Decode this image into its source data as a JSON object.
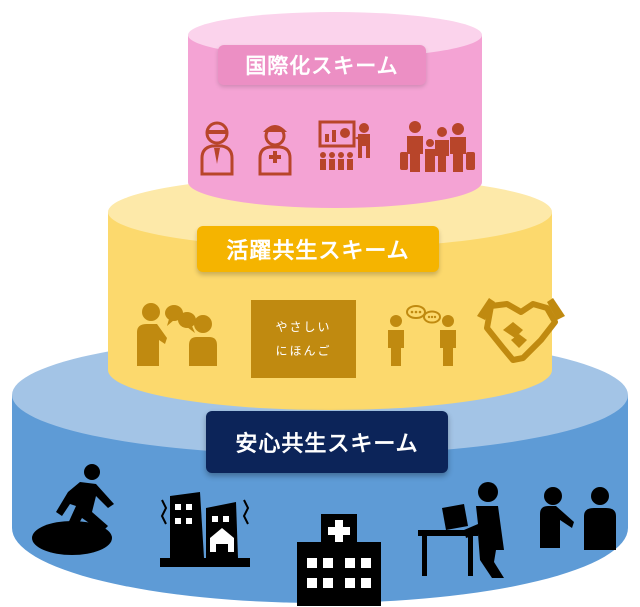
{
  "tiers": {
    "top": {
      "label": "国際化スキーム",
      "color_side": "#f4a3d4",
      "color_top": "#fbd3ec",
      "icon_color": "#b8452a",
      "icons": [
        "businessman-icon",
        "medical-worker-icon",
        "presentation-teacher-icon",
        "family-travelers-icon"
      ]
    },
    "middle": {
      "label": "活躍共生スキーム",
      "color_side": "#fcd96d",
      "color_top": "#fde9a9",
      "icon_color": "#c08a10",
      "icons": [
        "conversation-people-icon",
        "chatting-pair-icon",
        "handshake-icon"
      ],
      "nihongo_line1": "やさしい",
      "nihongo_line2": "にほんご"
    },
    "bottom": {
      "label": "安心共生スキーム",
      "color_side": "#5e9bd6",
      "color_top": "#a3c4e6",
      "icon_color": "#000000",
      "icons": [
        "manhole-escape-icon",
        "collapsing-buildings-icon",
        "hospital-icon",
        "student-desk-icon",
        "consultation-icon"
      ]
    }
  }
}
